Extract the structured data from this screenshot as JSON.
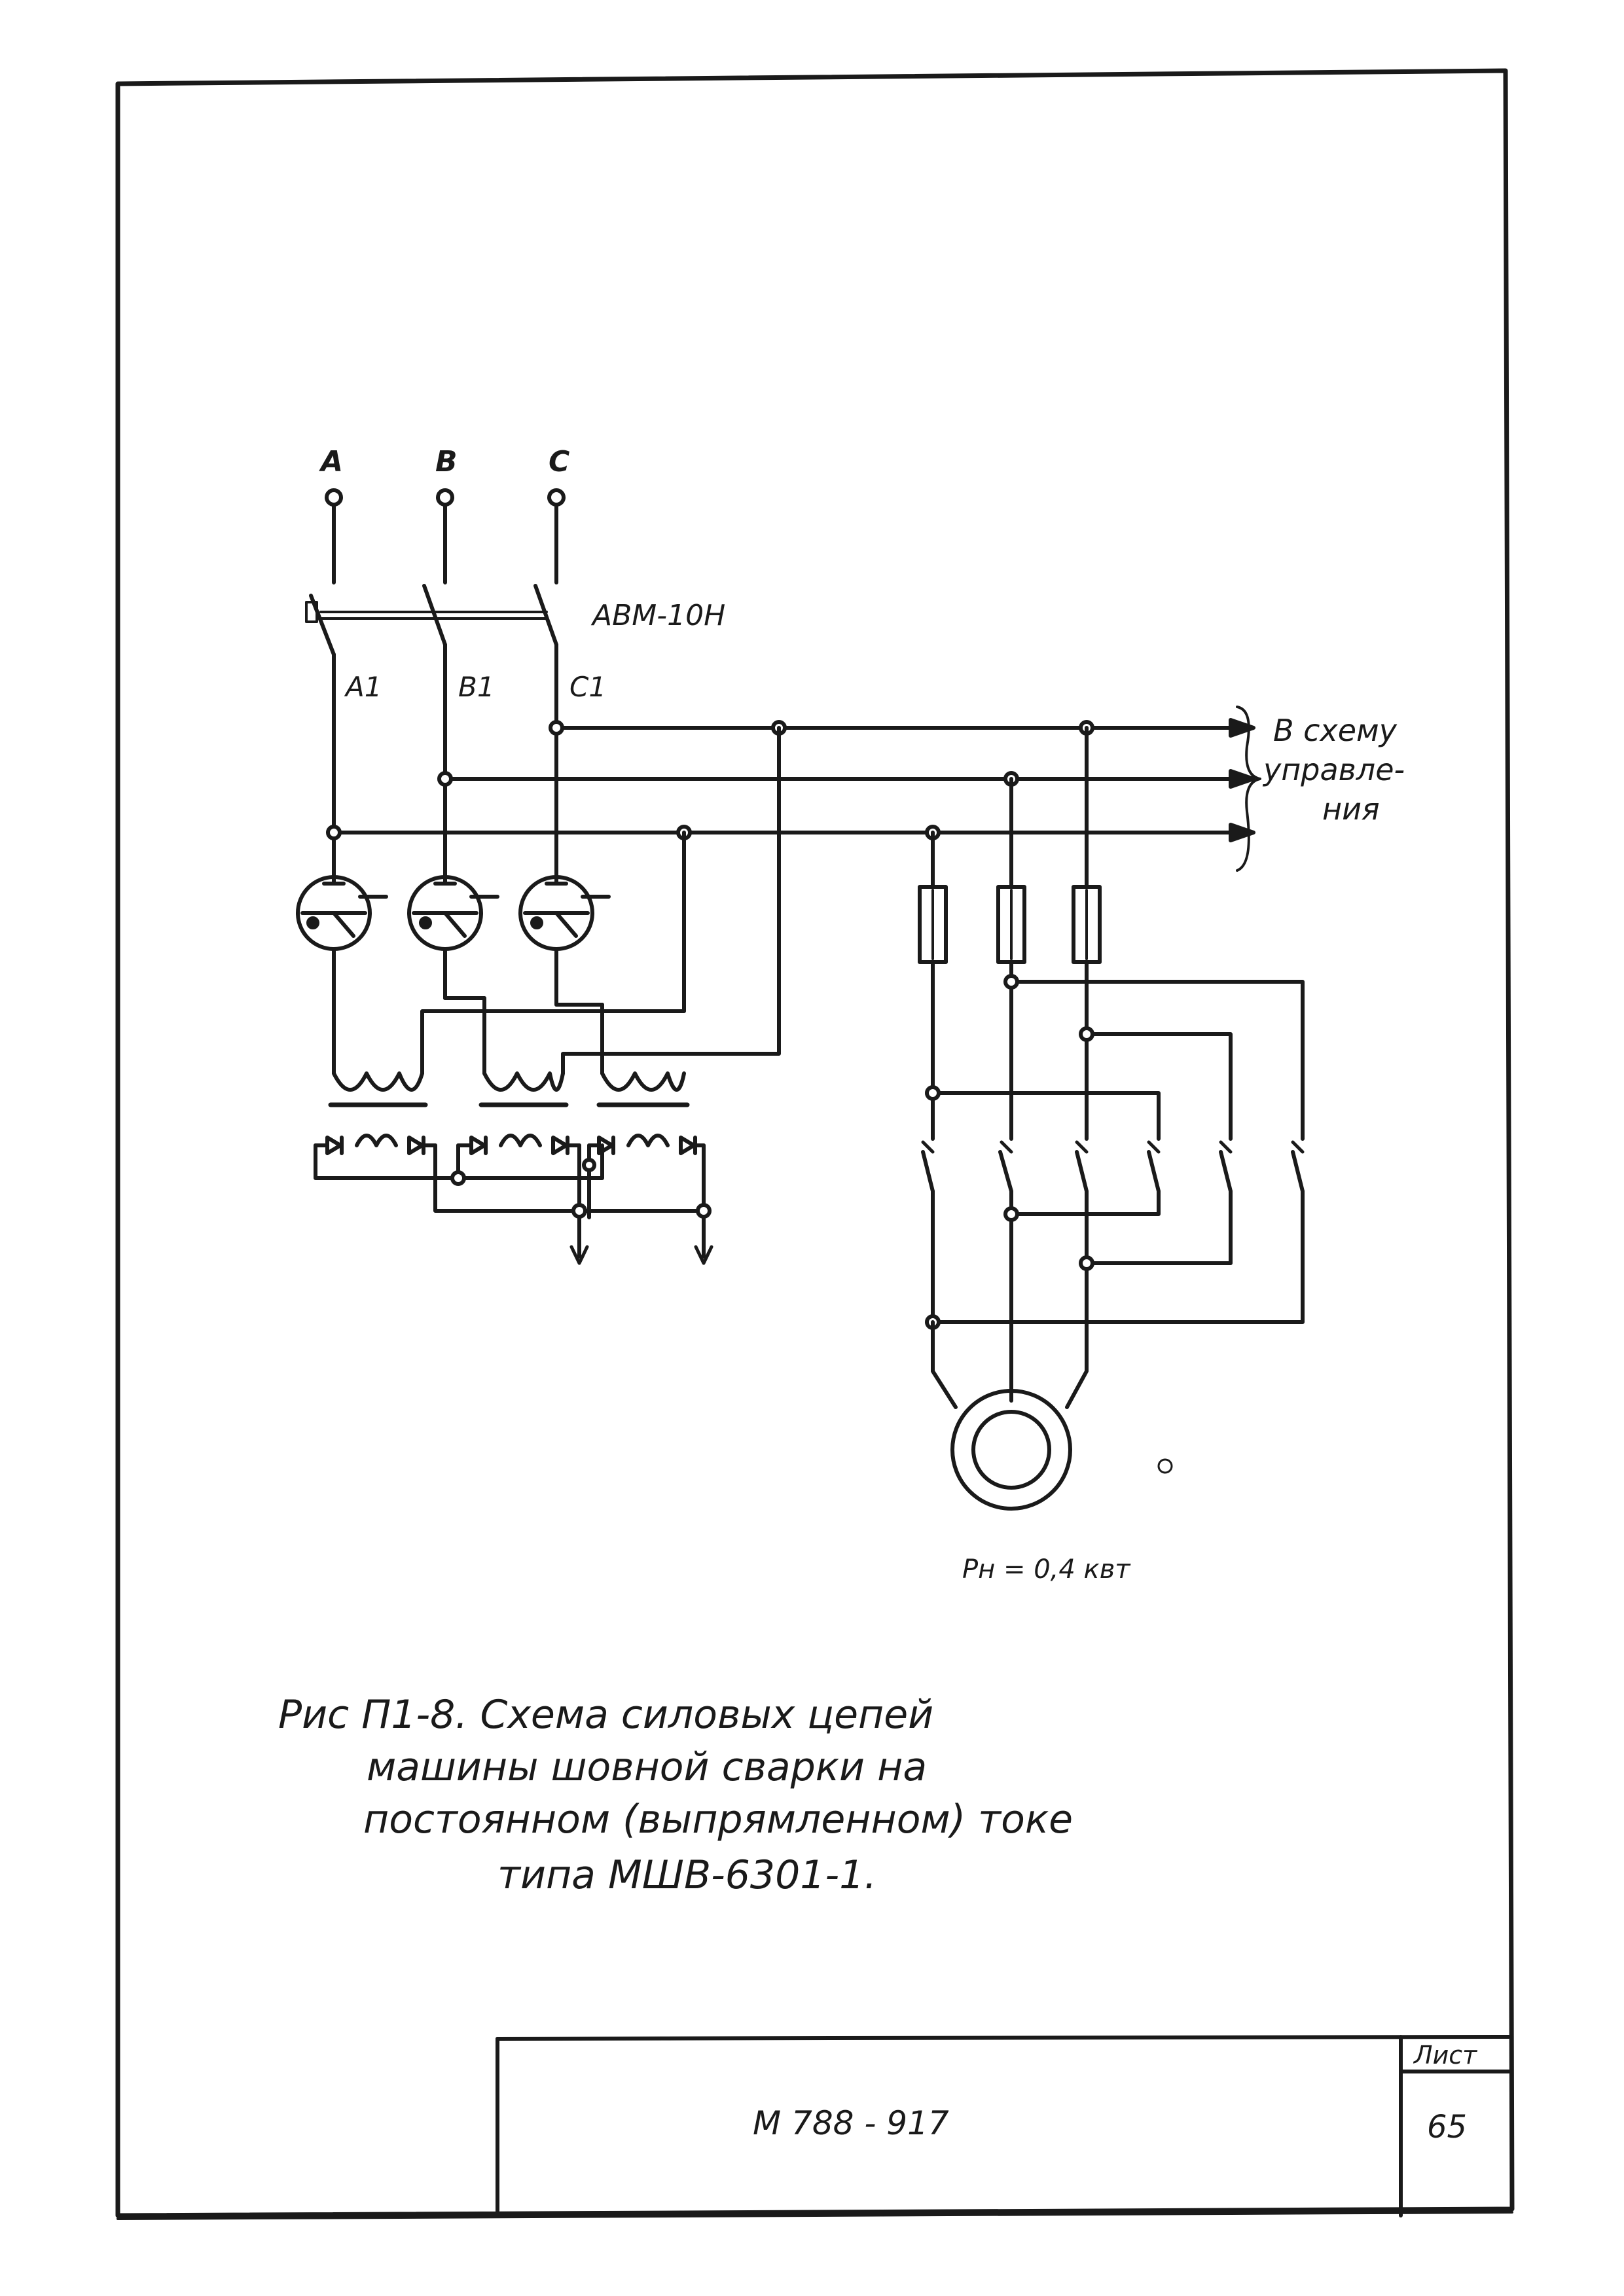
{
  "phases": [
    "A",
    "B",
    "C"
  ],
  "breaker": "АВМ-10Н",
  "wires": [
    "А1",
    "В1",
    "С1"
  ],
  "control_label": [
    "В схему",
    "управле-",
    "ния"
  ],
  "power": "Рн = 0,4 квт",
  "caption": [
    "Рис П1-8.  Схема  силовых  цепей",
    "машины  шовной  сварки  на",
    "постоянном (выпрямленном) токе",
    "типа  МШВ-6301-1."
  ],
  "title_block": {
    "code": "М 788 - 917",
    "sheet_label": "Лист",
    "sheet_number": "65"
  }
}
